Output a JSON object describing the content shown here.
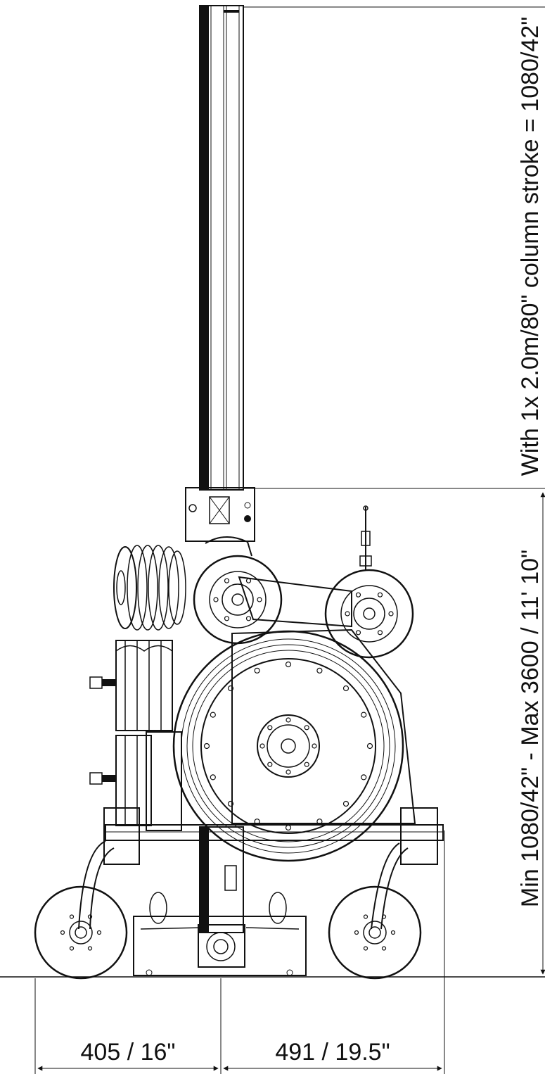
{
  "drawing": {
    "line_color": "#111111",
    "background": "#ffffff",
    "dimensions": {
      "column_stroke": "With 1x 2.0m/80\" column stroke = 1080/42\"",
      "height_range": "Min 1080/42\" - Max 3600 / 11' 10\"",
      "left_width": "405 / 16\"",
      "right_width": "491 / 19.5\""
    }
  }
}
